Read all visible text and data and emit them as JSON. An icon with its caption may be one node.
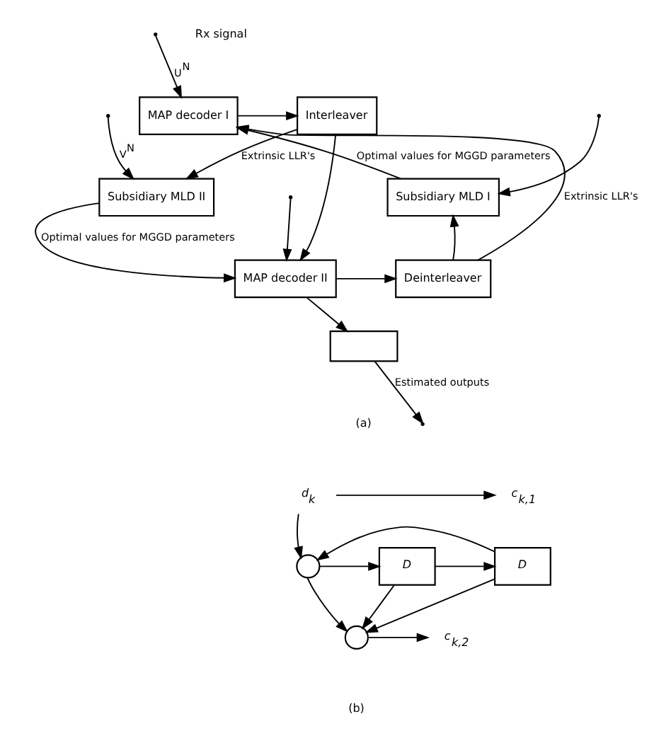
{
  "diagram": {
    "nodes": [
      {
        "text": [
          "MAP decoder I"
        ]
      },
      {
        "text": [
          "Interleaver"
        ]
      },
      {
        "text": [
          "Subsidiary MLD I"
        ]
      },
      {
        "text": [
          "Subsidiary MLD II"
        ]
      },
      {
        "text": [
          "MAP decoder II"
        ]
      },
      {
        "text": [
          "Deinterleaver"
        ]
      },
      {
        "text": [],
        "shape": "box"
      },
      {
        "text": [],
        "shape": "circle"
      },
      {
        "text": [
          "D"
        ]
      },
      {
        "text": [
          "D"
        ]
      },
      {
        "text": [],
        "shape": "circle"
      },
      {
        "text": [
          "d$_{k}$"
        ]
      },
      {
        "text": [
          "c$_{k,1}$"
        ]
      },
      {
        "text": [
          "c$_{k,2}$"
        ]
      }
    ],
    "edges": [
      {
        "from": null,
        "to": 0,
        "arrow": "to",
        "label": "U$^{N}$"
      },
      {
        "from": null,
        "to": 2,
        "arrow": "to"
      },
      {
        "from": 0,
        "to": 1,
        "arrow": "to"
      },
      {
        "from": 1,
        "to": 3,
        "arrow": "to",
        "label": "Extrinsic LLR's"
      },
      {
        "from": 1,
        "to": 4,
        "arrow": "to"
      },
      {
        "from": null,
        "to": 3,
        "arrow": "to",
        "label": "V$^{N}$"
      },
      {
        "from": null,
        "to": 4,
        "arrow": "to"
      },
      {
        "from": 2,
        "to": 0,
        "arrow": "to",
        "label": "Optimal values for MGGD parameters"
      },
      {
        "from": 3,
        "to": 4,
        "arrow": "to",
        "label": "Optimal values for MGGD parameters"
      },
      {
        "from": 4,
        "to": 5,
        "arrow": "to"
      },
      {
        "from": 4,
        "to": 6,
        "arrow": "to"
      },
      {
        "from": 5,
        "to": 0,
        "arrow": "to",
        "label": "Extrinsic LLR's"
      },
      {
        "from": 5,
        "to": 2,
        "arrow": "to"
      },
      {
        "from": 6,
        "to": null,
        "arrow": "to",
        "label": "Estimated outputs"
      },
      {
        "from": 11,
        "to": 12,
        "arrow": "to"
      },
      {
        "from": 11,
        "to": 7,
        "arrow": "to"
      },
      {
        "from": 7,
        "to": 8,
        "arrow": "to"
      },
      {
        "from": 8,
        "to": 9,
        "arrow": "to"
      },
      {
        "from": 9,
        "to": 7,
        "arrow": "to"
      },
      {
        "from": 9,
        "to": 10,
        "arrow": "to"
      },
      {
        "from": 8,
        "to": 10,
        "arrow": "to"
      },
      {
        "from": 7,
        "to": 10,
        "arrow": "to"
      },
      {
        "from": 10,
        "to": 13,
        "arrow": "to"
      }
    ],
    "labels": [
      "Rx signal",
      "(a)",
      "(b)"
    ]
  }
}
